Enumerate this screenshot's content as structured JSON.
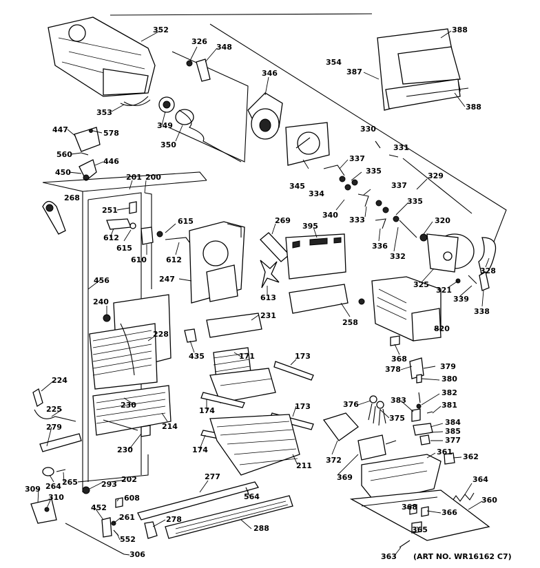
{
  "diagram": {
    "art_number": "(ART NO. WR16162 C7)",
    "callouts": [
      {
        "id": "c352",
        "text": "352"
      },
      {
        "id": "c326",
        "text": "326"
      },
      {
        "id": "c348",
        "text": "348"
      },
      {
        "id": "c346",
        "text": "346"
      },
      {
        "id": "c354",
        "text": "354"
      },
      {
        "id": "c388a",
        "text": "388"
      },
      {
        "id": "c387",
        "text": "387"
      },
      {
        "id": "c388b",
        "text": "388"
      },
      {
        "id": "c353",
        "text": "353"
      },
      {
        "id": "c349",
        "text": "349"
      },
      {
        "id": "c350",
        "text": "350"
      },
      {
        "id": "c447",
        "text": "447"
      },
      {
        "id": "c578",
        "text": "578"
      },
      {
        "id": "c560",
        "text": "560"
      },
      {
        "id": "c446",
        "text": "446"
      },
      {
        "id": "c450",
        "text": "450"
      },
      {
        "id": "c201",
        "text": "201"
      },
      {
        "id": "c200",
        "text": "200"
      },
      {
        "id": "c268",
        "text": "268"
      },
      {
        "id": "c251",
        "text": "251"
      },
      {
        "id": "c612a",
        "text": "612"
      },
      {
        "id": "c615a",
        "text": "615"
      },
      {
        "id": "c615b",
        "text": "615"
      },
      {
        "id": "c610",
        "text": "610"
      },
      {
        "id": "c612b",
        "text": "612"
      },
      {
        "id": "c330",
        "text": "330"
      },
      {
        "id": "c331",
        "text": "331"
      },
      {
        "id": "c345",
        "text": "345"
      },
      {
        "id": "c337a",
        "text": "337"
      },
      {
        "id": "c335a",
        "text": "335"
      },
      {
        "id": "c334",
        "text": "334"
      },
      {
        "id": "c329",
        "text": "329"
      },
      {
        "id": "c337b",
        "text": "337"
      },
      {
        "id": "c340",
        "text": "340"
      },
      {
        "id": "c333",
        "text": "333"
      },
      {
        "id": "c335b",
        "text": "335"
      },
      {
        "id": "c269",
        "text": "269"
      },
      {
        "id": "c395",
        "text": "395"
      },
      {
        "id": "c320",
        "text": "320"
      },
      {
        "id": "c336",
        "text": "336"
      },
      {
        "id": "c332",
        "text": "332"
      },
      {
        "id": "c328",
        "text": "328"
      },
      {
        "id": "c456",
        "text": "456"
      },
      {
        "id": "c247",
        "text": "247"
      },
      {
        "id": "c613",
        "text": "613"
      },
      {
        "id": "c325",
        "text": "325"
      },
      {
        "id": "c321",
        "text": "321"
      },
      {
        "id": "c339",
        "text": "339"
      },
      {
        "id": "c338",
        "text": "338"
      },
      {
        "id": "c240",
        "text": "240"
      },
      {
        "id": "c258",
        "text": "258"
      },
      {
        "id": "c231",
        "text": "231"
      },
      {
        "id": "c820",
        "text": "820"
      },
      {
        "id": "c228",
        "text": "228"
      },
      {
        "id": "c435",
        "text": "435"
      },
      {
        "id": "c171",
        "text": "171"
      },
      {
        "id": "c173a",
        "text": "173"
      },
      {
        "id": "c368a",
        "text": "368"
      },
      {
        "id": "c378",
        "text": "378"
      },
      {
        "id": "c379",
        "text": "379"
      },
      {
        "id": "c224",
        "text": "224"
      },
      {
        "id": "c380",
        "text": "380"
      },
      {
        "id": "c382",
        "text": "382"
      },
      {
        "id": "c230a",
        "text": "230"
      },
      {
        "id": "c376",
        "text": "376"
      },
      {
        "id": "c383",
        "text": "383"
      },
      {
        "id": "c381",
        "text": "381"
      },
      {
        "id": "c225",
        "text": "225"
      },
      {
        "id": "c174a",
        "text": "174"
      },
      {
        "id": "c173b",
        "text": "173"
      },
      {
        "id": "c375",
        "text": "375"
      },
      {
        "id": "c214",
        "text": "214"
      },
      {
        "id": "c384",
        "text": "384"
      },
      {
        "id": "c279",
        "text": "279"
      },
      {
        "id": "c385",
        "text": "385"
      },
      {
        "id": "c377",
        "text": "377"
      },
      {
        "id": "c230b",
        "text": "230"
      },
      {
        "id": "c174b",
        "text": "174"
      },
      {
        "id": "c372",
        "text": "372"
      },
      {
        "id": "c361",
        "text": "361"
      },
      {
        "id": "c362",
        "text": "362"
      },
      {
        "id": "c211",
        "text": "211"
      },
      {
        "id": "c369",
        "text": "369"
      },
      {
        "id": "c264",
        "text": "264"
      },
      {
        "id": "c265",
        "text": "265"
      },
      {
        "id": "c277",
        "text": "277"
      },
      {
        "id": "c293",
        "text": "293"
      },
      {
        "id": "c202",
        "text": "202"
      },
      {
        "id": "c364",
        "text": "364"
      },
      {
        "id": "c309",
        "text": "309"
      },
      {
        "id": "c608",
        "text": "608"
      },
      {
        "id": "c564",
        "text": "564"
      },
      {
        "id": "c310",
        "text": "310"
      },
      {
        "id": "c452",
        "text": "452"
      },
      {
        "id": "c360",
        "text": "360"
      },
      {
        "id": "c368b",
        "text": "368"
      },
      {
        "id": "c366",
        "text": "366"
      },
      {
        "id": "c261",
        "text": "261"
      },
      {
        "id": "c278",
        "text": "278"
      },
      {
        "id": "c288",
        "text": "288"
      },
      {
        "id": "c365",
        "text": "365"
      },
      {
        "id": "c552",
        "text": "552"
      },
      {
        "id": "c306",
        "text": "306"
      },
      {
        "id": "c363",
        "text": "363"
      }
    ]
  }
}
